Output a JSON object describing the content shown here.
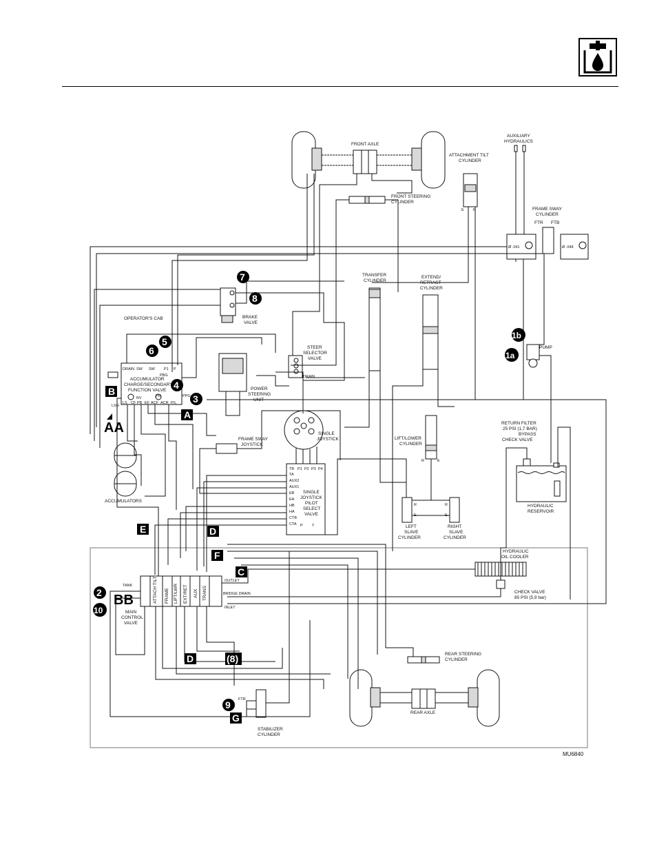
{
  "figure_id": "MU6840",
  "header_icon": "hydraulic-oil-drop-icon",
  "components": {
    "front_axle": "FRONT  AXLE",
    "rear_axle": "REAR  AXLE",
    "aux_hydraulics": [
      "AUXILIARY",
      "HYDRAULICS"
    ],
    "attach_tilt_cyl": [
      "ATTACHMENT TILT",
      "CYLINDER"
    ],
    "front_steering_cyl": [
      "FRONT STEERING",
      "CYLINDER"
    ],
    "frame_sway_cyl": [
      "FRAME SWAY",
      "CYLINDER"
    ],
    "ftr": "FTR",
    "ftb": "FTB",
    "orifice_041": "Ø .041",
    "orifice_048": "Ø .048",
    "operators_cab": "OPERATOR'S  CAB",
    "brake_valve": [
      "BRAKE",
      "VALVE"
    ],
    "transfer_cyl": [
      "TRANSFER",
      "CYLINDER"
    ],
    "extend_retract_cyl": [
      "EXTEND/",
      "RETRACT",
      "CYLINDER"
    ],
    "pump": "PUMP",
    "steer_selector": [
      "STEER",
      "SELECTOR",
      "VALVE"
    ],
    "drain": "DRAIN",
    "accumulator_valve": [
      "ACCUMULATOR",
      "CHARGE/SECONDARY",
      "FUNCTION VALVE"
    ],
    "acc_top_ports": [
      "DRAIN",
      "SW",
      "SW",
      "P1",
      "P"
    ],
    "acc_bottom_ports": [
      "LS",
      "CF",
      "PB",
      "EF",
      "ACF",
      "ACR",
      "P/L"
    ],
    "rv": "RV",
    "pr": "PR",
    "pbg": "PBG",
    "ppg": "PPG",
    "lsg": "LSG",
    "power_steering": [
      "POWER",
      "STEERING",
      "UNIT"
    ],
    "single_joystick": [
      "SINGLE",
      "JOYSTICK"
    ],
    "frame_sway_joystick": [
      "FRAME SWAY",
      "JOYSTICK"
    ],
    "lift_lower_cyl": [
      "LIFT/LOWER",
      "CYLINDER"
    ],
    "return_filter": [
      "RETURN FILTER",
      "25 PSI (1,7 BAR)",
      "BYPASS",
      "CHECK VALVE"
    ],
    "reservoir": [
      "HYDRAULIC",
      "RESERVOIR"
    ],
    "accumulators": "ACCUMULATORS",
    "pilot_select": [
      "SINGLE",
      "JOYSTICK",
      "PILOT",
      "SELECT",
      "VALVE"
    ],
    "pilot_ports_top": [
      "TB",
      "P1",
      "P2",
      "P3",
      "P4"
    ],
    "pilot_ports_left": [
      "TA",
      "AUX2",
      "AUX1",
      "EB",
      "EA",
      "HB",
      "HA",
      "CTB",
      "CTA"
    ],
    "pilot_ports_bottom": [
      "P",
      "T"
    ],
    "left_slave": [
      "LEFT",
      "SLAVE",
      "CYLINDER"
    ],
    "right_slave": [
      "RIGHT",
      "SLAVE",
      "CYLINDER"
    ],
    "oil_cooler": [
      "HYDRAULIC",
      "OIL  COOLER"
    ],
    "check_valve": [
      "CHECK VALVE",
      "85 PSI (5,9 bar)"
    ],
    "main_control": [
      "MAIN",
      "CONTROL",
      "VALVE"
    ],
    "tank": "TANK",
    "outlet": "OUTLET",
    "bridge_drain": "BRIDGE DRAIN",
    "inlet": "INLET",
    "sections": [
      "ATTACH TILT",
      "FRAME",
      "LIFT/LWR",
      "EXT/RET",
      "AUX",
      "TRANS"
    ],
    "rear_steering_cyl": [
      "REAR STEERING",
      "CYLINDER"
    ],
    "stabilizer_cyl": [
      "STABILIZER",
      "CYLINDER"
    ],
    "stab_ftr": "FTR",
    "e": "E",
    "r": "R"
  },
  "callouts": {
    "circles": [
      "7",
      "8",
      "6",
      "5",
      "4",
      "3",
      "1b",
      "1a",
      "2",
      "10",
      "9"
    ],
    "squares": [
      "B",
      "A",
      "E",
      "D",
      "F",
      "C",
      "D",
      "(8)",
      "G"
    ],
    "big": [
      "AA",
      "BB"
    ]
  },
  "colors": {
    "line": "#111111",
    "shade": "#d9d9d9"
  }
}
